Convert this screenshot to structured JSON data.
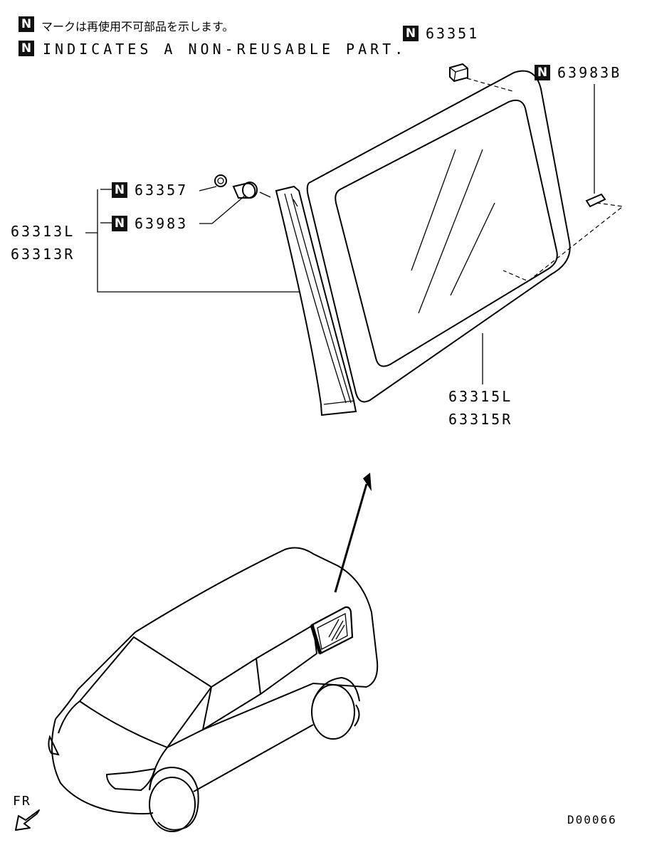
{
  "legend": {
    "badge": "N",
    "note_jp": "マークは再使用不可部品を示します。",
    "note_en": "INDICATES A NON-REUSABLE PART."
  },
  "parts": {
    "p63351": "63351",
    "p63983b": "63983B",
    "p63357": "63357",
    "p63983": "63983",
    "p63313l": "63313L",
    "p63313r": "63313R",
    "p63315l": "63315L",
    "p63315r": "63315R"
  },
  "front_label": "FR",
  "drawing_code": "D00066"
}
